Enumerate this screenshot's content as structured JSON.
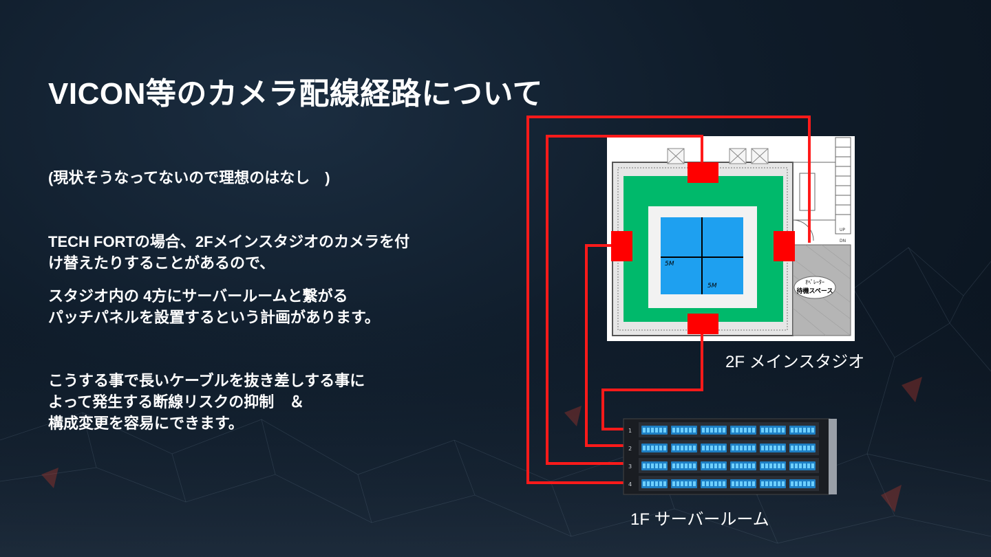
{
  "slide": {
    "title": "VICON等のカメラ配線経路について",
    "note": "(現状そうなってないので理想のはなし　)",
    "para1": [
      "TECH FORTの場合、2Fメインスタジオのカメラを付",
      "け替えたりすることがあるので、"
    ],
    "para2": [
      "スタジオ内の 4方にサーバールームと繋がる",
      "パッチパネルを設置するという計画があります。"
    ],
    "para3": [
      "こうする事で長いケーブルを抜き差しする事に",
      "よって発生する断線リスクの抑制　＆",
      "構成変更を容易にできます。"
    ]
  },
  "diagram": {
    "studio_caption": "2F メインスタジオ",
    "server_caption": "1F サーバールーム",
    "floorplan_dim_a": "5M",
    "floorplan_dim_b": "5M",
    "waiting_space": [
      "ｵﾍﾟﾚｰﾀｰ",
      "待機スペース"
    ],
    "up_label": "UP",
    "dn_label": "DN",
    "colors": {
      "cable": "#ff1a1a",
      "patch": "#ff0000",
      "mat": "#00b96b",
      "stage": "#1ea0f0",
      "frame": "#f2f2f2"
    },
    "rack_row_labels": [
      "1",
      "2",
      "3",
      "4"
    ]
  }
}
